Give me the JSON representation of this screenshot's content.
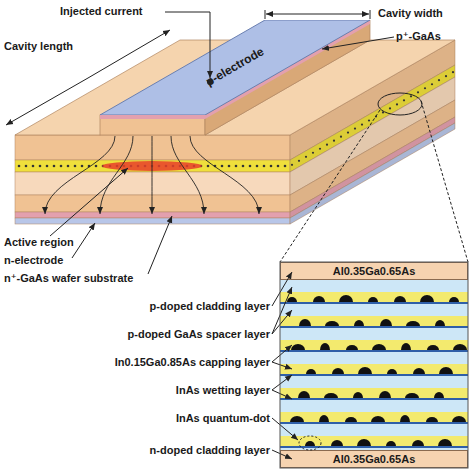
{
  "diagram": {
    "nodes": [
      {
        "text": [
          "p-electrode"
        ]
      },
      {
        "text": [
          "Al0.35Ga0.65As"
        ]
      },
      {
        "text": [
          "Al0.35Ga0.65As"
        ]
      }
    ],
    "labels": [
      "Injected current",
      "Cavity width",
      "p⁺-GaAs",
      "Cavity length",
      "Active region",
      "n-electrode",
      "n⁺-GaAs wafer substrate",
      "p-doped cladding layer",
      "p-doped GaAs spacer layer",
      "In0.15Ga0.85As capping layer",
      "InAs wetting layer",
      "InAs quantum-dot",
      "n-doped cladding layer"
    ]
  }
}
